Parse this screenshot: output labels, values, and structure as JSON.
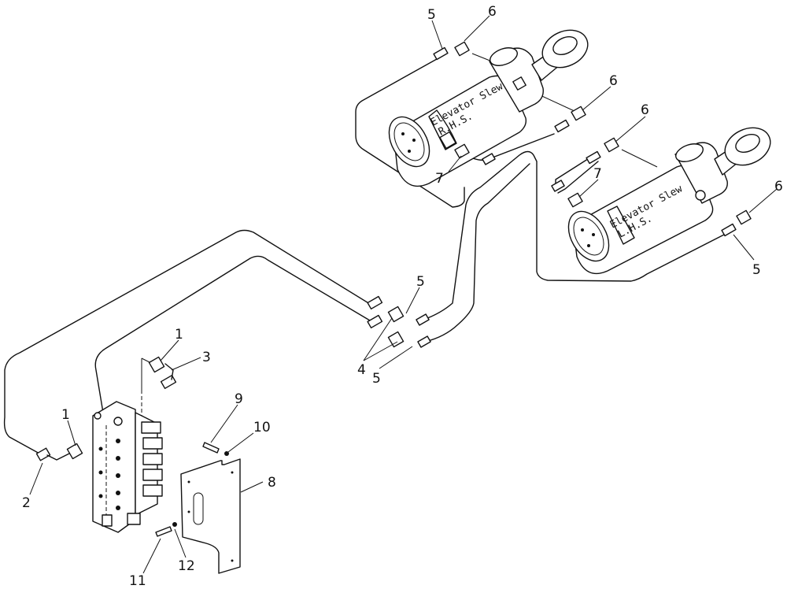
{
  "cylinders": [
    {
      "id": "rhs",
      "text_line1": "Elevator Slew",
      "text_line2": "R.H.S."
    },
    {
      "id": "lhs",
      "text_line1": "Elevator Slew",
      "text_line2": "L.H.S."
    }
  ],
  "callouts": [
    {
      "id": "c5a",
      "label": "5"
    },
    {
      "id": "c6a",
      "label": "6"
    },
    {
      "id": "c6b",
      "label": "6"
    },
    {
      "id": "c6c",
      "label": "6"
    },
    {
      "id": "c6d",
      "label": "6"
    },
    {
      "id": "c7a",
      "label": "7"
    },
    {
      "id": "c7b",
      "label": "7"
    },
    {
      "id": "c5b",
      "label": "5"
    },
    {
      "id": "c5c",
      "label": "5"
    },
    {
      "id": "c4",
      "label": "4"
    },
    {
      "id": "c5d",
      "label": "5"
    },
    {
      "id": "c1a",
      "label": "1"
    },
    {
      "id": "c3",
      "label": "3"
    },
    {
      "id": "c1b",
      "label": "1"
    },
    {
      "id": "c2",
      "label": "2"
    },
    {
      "id": "c9",
      "label": "9"
    },
    {
      "id": "c10",
      "label": "10"
    },
    {
      "id": "c8",
      "label": "8"
    },
    {
      "id": "c11",
      "label": "11"
    },
    {
      "id": "c12",
      "label": "12"
    }
  ]
}
